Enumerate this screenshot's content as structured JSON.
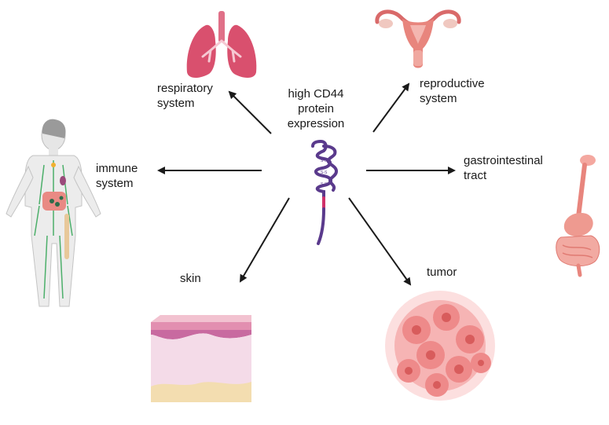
{
  "center": {
    "label": "high CD44\nprotein\nexpression",
    "protein_icon": "cd44-protein-icon"
  },
  "targets": {
    "respiratory": {
      "label": "respiratory\nsystem",
      "icon": "lungs-icon"
    },
    "reproductive": {
      "label": "reproductive\nsystem",
      "icon": "uterus-icon"
    },
    "immune": {
      "label": "immune\nsystem",
      "icon": "human-body-lymphatic-icon"
    },
    "gastrointestinal": {
      "label": "gastrointestinal\ntract",
      "icon": "digestive-tract-icon"
    },
    "skin": {
      "label": "skin",
      "icon": "skin-layers-icon"
    },
    "tumor": {
      "label": "tumor",
      "icon": "tumor-cells-icon"
    }
  },
  "colors": {
    "arrow": "#1a1a1a",
    "protein": "#5a3a8c",
    "protein_accent": "#d0306a",
    "lungs": "#d9506e",
    "skin_top": "#e2a0c0",
    "skin_fat": "#f3ddb0",
    "tumor": "#ee8a8a"
  }
}
